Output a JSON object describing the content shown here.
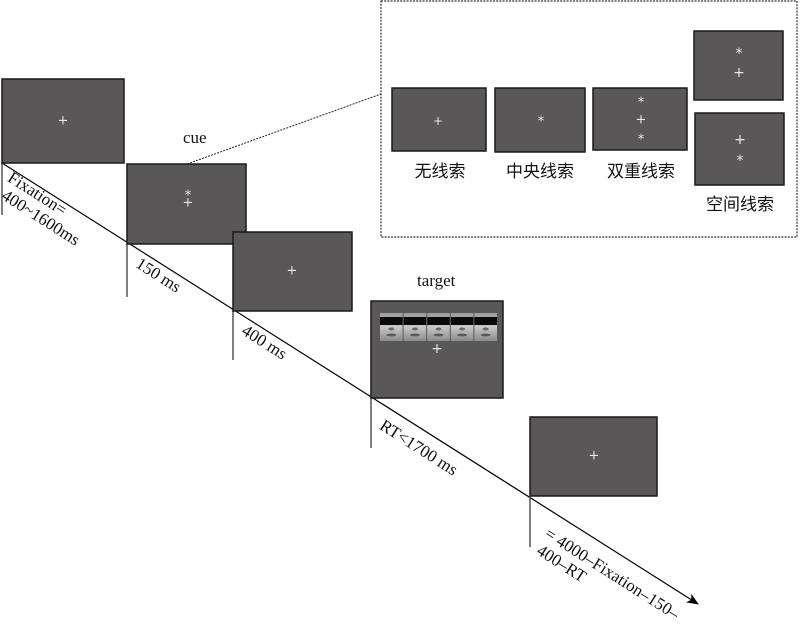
{
  "figure": {
    "title_cue": "cue",
    "title_target": "target",
    "timeline": [
      {
        "id": "fixation",
        "label_line1": "Fixation=",
        "label_line2": "400~1600ms",
        "screen": "+"
      },
      {
        "id": "cue",
        "label_line1": "150 ms",
        "screen": "*+"
      },
      {
        "id": "delay",
        "label_line1": "400 ms",
        "screen": "+"
      },
      {
        "id": "target",
        "label_line1": "RT<1700 ms",
        "screen": "faces+"
      },
      {
        "id": "iti",
        "label_line1": "= 4000–Fixation–150–",
        "label_line2": "400–RT",
        "screen": "+"
      }
    ],
    "cue_types": [
      {
        "id": "no-cue",
        "label": "无线索",
        "symbols": [
          "+"
        ]
      },
      {
        "id": "center-cue",
        "label": "中央线索",
        "symbols": [
          "*"
        ]
      },
      {
        "id": "double-cue",
        "label": "双重线索",
        "symbols": [
          "*",
          "+",
          "*"
        ]
      },
      {
        "id": "spatial-cue",
        "label": "空间线索",
        "variants": [
          [
            "*",
            "+"
          ],
          [
            "+",
            "*"
          ]
        ]
      }
    ],
    "symbols": {
      "plus": "+",
      "star": "*"
    },
    "face_count": 5,
    "colors": {
      "screen": "#595757",
      "glyph": "#e8e8e8",
      "line": "#000000"
    }
  }
}
